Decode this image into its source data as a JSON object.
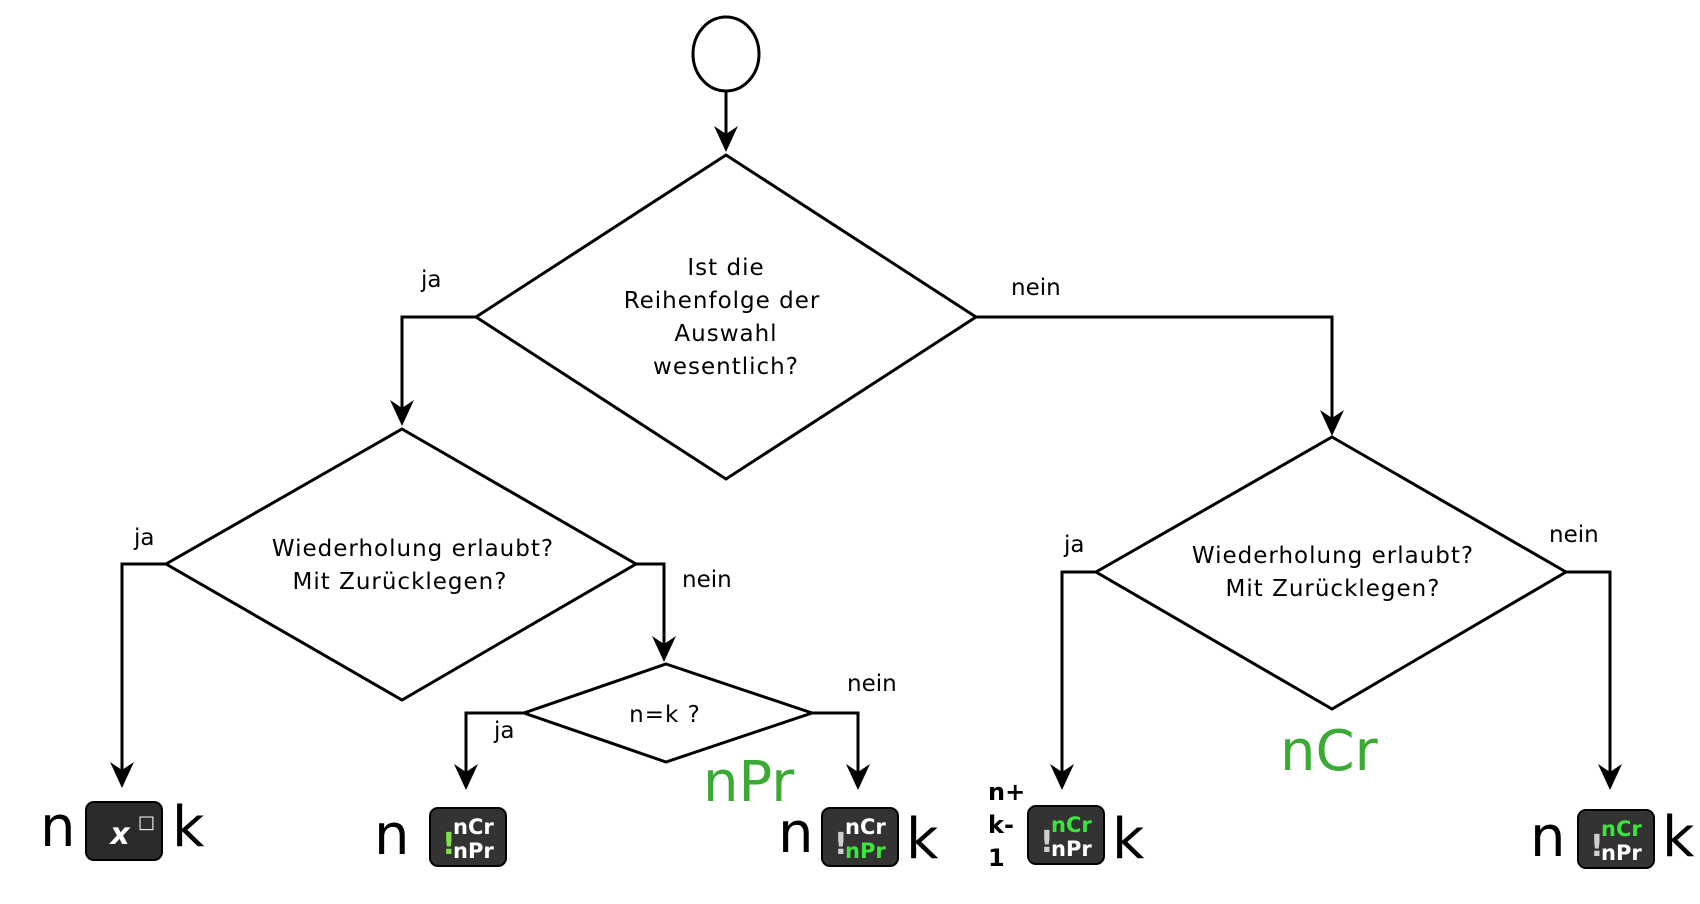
{
  "decisions": {
    "order": [
      "Ist die",
      "Reihenfolge der",
      "Auswahl",
      "wesentlich?"
    ],
    "repeat_left": [
      "Wiederholung erlaubt?",
      "Mit Zurücklegen?"
    ],
    "repeat_right": [
      "Wiederholung erlaubt?",
      "Mit Zurücklegen?"
    ],
    "n_equals_k": "n=k ?"
  },
  "branch_labels": {
    "yes": "ja",
    "no": "nein"
  },
  "results": {
    "n": "n",
    "k": "k",
    "n_plus_k_minus_1": [
      "n+",
      "k-",
      "1"
    ],
    "npr_label": "nPr",
    "ncr_label": "nCr"
  },
  "keys": {
    "power": {
      "main": "x",
      "sup": "□"
    },
    "combo": {
      "factorial": "!",
      "top": "nCr",
      "bottom": "nPr"
    }
  },
  "colors": {
    "stroke": "#000000",
    "accent_green": "#3aaa35",
    "key_bg": "#333333",
    "key_text": "#ffffff",
    "key_factorial": "#7fe04a",
    "key_highlight": "#39e639"
  }
}
